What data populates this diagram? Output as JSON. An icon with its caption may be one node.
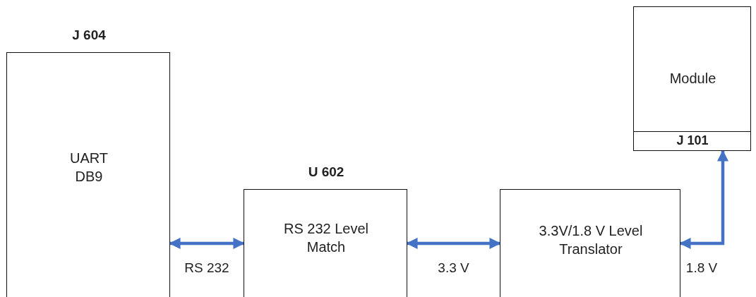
{
  "diagram": {
    "nodes": [
      {
        "text": [
          "J 604",
          "UART DB9"
        ]
      },
      {
        "text": [
          "U 602",
          "RS 232 Level Match"
        ]
      },
      {
        "text": [
          "3.3V/1.8 V Level Translator"
        ]
      },
      {
        "text": [
          "Module"
        ]
      },
      {
        "text": [
          "J 101"
        ],
        "in": 3
      }
    ],
    "edges": [
      {
        "from": 0,
        "to": 1,
        "arrow": "both",
        "label": "RS 232"
      },
      {
        "from": 1,
        "to": 2,
        "arrow": "both",
        "label": "3.3 V"
      },
      {
        "from": 2,
        "to": 4,
        "arrow": "both",
        "label": "1.8 V"
      }
    ]
  }
}
